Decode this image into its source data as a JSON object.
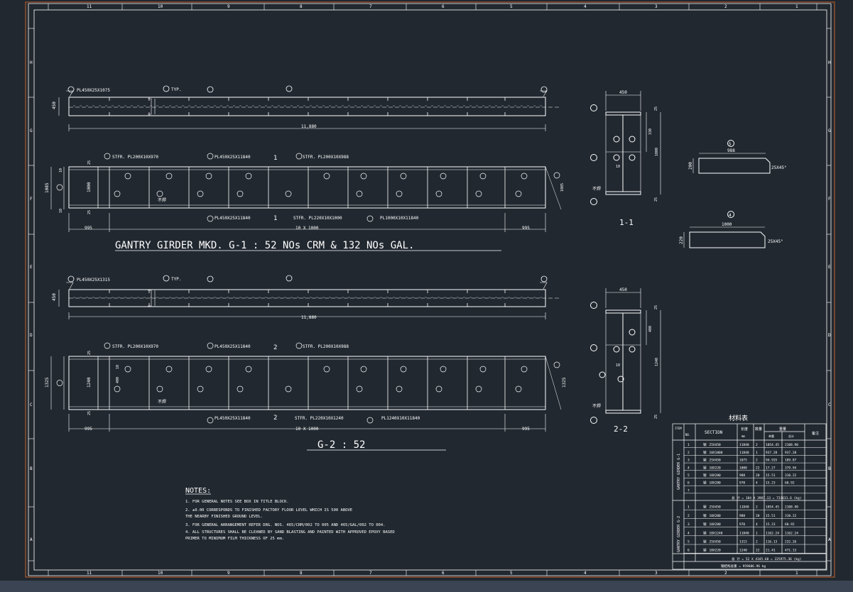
{
  "grid": {
    "top_cols": [
      "11",
      "10",
      "9",
      "8",
      "7",
      "6",
      "5",
      "4",
      "3",
      "2",
      "1"
    ],
    "bottom_cols": [
      "11",
      "10",
      "9",
      "8",
      "7",
      "6",
      "5",
      "4",
      "3",
      "2",
      "1"
    ],
    "left_rows": [
      "H",
      "G",
      "F",
      "E",
      "D",
      "C",
      "B",
      "A"
    ],
    "right_rows": [
      "H",
      "G",
      "F",
      "E",
      "D",
      "C",
      "B",
      "A"
    ]
  },
  "g1": {
    "title": "GANTRY GIRDER MKD. G-1 : 52 NOs CRM & 132 NOs GAL.",
    "top_plate_label": "PL450X25X1075",
    "typ_label": "TYP.",
    "width_dim": "450",
    "length_dim": "11,880",
    "stfr_left": "STFR. PL200X10X970",
    "flange_top": "PL450X25X11840",
    "stfr_right": "STFR. PL200X10X988",
    "flange_bot": "PL450X25X11840",
    "stfr_mid": "STFR. PL220X10X1000",
    "web": "PL1000X10X11840",
    "height_dim": "1085",
    "web_dim": "1000",
    "end_dim_left": "995",
    "end_dim_right": "995",
    "spacing": "10 X 1000",
    "section_mark": "1",
    "small_dims": [
      "10",
      "25",
      "25",
      "10"
    ],
    "right_dim": "1085"
  },
  "g2": {
    "title": "G-2 : 52",
    "top_plate_label": "PL450X25X1315",
    "typ_label": "TYP.",
    "width_dim": "450",
    "length_dim": "11,880",
    "stfr_left": "STFR. PL200X10X970",
    "flange_top": "PL450X25X11840",
    "stfr_right": "STFR. PL200X10X988",
    "flange_bot": "PL450X25X11840",
    "stfr_mid": "STFR. PL220X10X1240",
    "web": "PL1240X10X11840",
    "height_dim": "1325",
    "web_dim": "1240",
    "end_dim_left": "995",
    "end_dim_right": "995",
    "spacing": "10 X 1000",
    "section_mark": "2",
    "small_dims": [
      "10",
      "400",
      "25",
      "25"
    ],
    "right_dim": "1325"
  },
  "section1": {
    "label": "1-1",
    "width": "450",
    "dims": [
      "330",
      "10",
      "1000",
      "25",
      "25"
    ],
    "weld": "不焊"
  },
  "section2": {
    "label": "2-2",
    "width": "450",
    "dims": [
      "400",
      "10",
      "1240",
      "25",
      "25"
    ],
    "weld": "不焊"
  },
  "detail5": {
    "mark": "5",
    "length": "988",
    "height": "200",
    "chamfer": "25X45°"
  },
  "detail4": {
    "mark": "4",
    "length": "1000",
    "height": "220",
    "chamfer": "25X45°"
  },
  "weld_note": "不焊",
  "notes": {
    "title": "NOTES:",
    "lines": [
      "1. FOR GENERAL NOTES SEE BOX IN TITLE BLOCK.",
      "2. ±0.00 CORRESPONDS TO FINISHED FACTORY FLOOR LEVEL WHICH IS 500 ABOVE",
      "   THE NEARBY FINISHED GROUND LEVEL.",
      "3. FOR GENERAL ARRANGEMENT REFER DRG. NOS. 465/CRM/002 TO 005 AND 465/GAL/002 TO 004.",
      "4. ALL STRUCTURES SHALL BE CLEANED BY SAND BLASTING AND PAINTED WITH APPROVED EPOXY BASED",
      "   PRIMER TO MINIMUM FILM THICKNESS OF 25 mm."
    ]
  },
  "bom": {
    "title": "材料表",
    "headers": [
      "ITEM",
      "NO.",
      "SECTION",
      "长度",
      "数量",
      "重量",
      "备注"
    ],
    "sub_headers": [
      "mm",
      "单重",
      "总计"
    ],
    "group1_label": "GANTRY GIRDER G-1",
    "group2_label": "GANTRY GIRDER G-2",
    "rows_g1": [
      [
        "1",
        "钢",
        "25X450",
        "11840",
        "2",
        "1054.45",
        "2108.90"
      ],
      [
        "2",
        "钢",
        "10X1000",
        "11840",
        "1",
        "937.28",
        "937.28"
      ],
      [
        "3",
        "钢",
        "25X450",
        "1075",
        "2",
        "94.935",
        "189.87"
      ],
      [
        "4",
        "钢",
        "10X220",
        "1000",
        "22",
        "17.27",
        "379.94"
      ],
      [
        "5",
        "钢",
        "10X200",
        "988",
        "20",
        "15.51",
        "310.22"
      ],
      [
        "6",
        "钢",
        "10X200",
        "970",
        "4",
        "15.23",
        "60.92"
      ],
      [
        "7",
        "",
        "",
        "",
        "",
        "",
        ""
      ]
    ],
    "subtotal_g1": "总 计 = 184 X 3987.13 = 733631.6 (kg)",
    "rows_g2": [
      [
        "1",
        "钢",
        "25X450",
        "11840",
        "2",
        "1054.45",
        "2108.90"
      ],
      [
        "2",
        "钢",
        "10X200",
        "988",
        "20",
        "15.51",
        "310.22"
      ],
      [
        "3",
        "钢",
        "10X200",
        "970",
        "4",
        "15.23",
        "60.92"
      ],
      [
        "4",
        "钢",
        "10X1240",
        "11840",
        "1",
        "1162.24",
        "1162.24"
      ],
      [
        "5",
        "钢",
        "25X450",
        "1315",
        "2",
        "116.13",
        "232.26"
      ],
      [
        "6",
        "钢",
        "10X220",
        "1240",
        "22",
        "21.41",
        "471.13"
      ]
    ],
    "subtotal_g2": "总 计 = 52 X 4345.68 = 225975.36 (kg)",
    "grand_total": "钢结构总重 = 959606.96 kg"
  },
  "colors": {
    "background": "#212830",
    "lines": "#ffffff",
    "frame": "#c8652a",
    "status_bar": "#3b4452"
  }
}
